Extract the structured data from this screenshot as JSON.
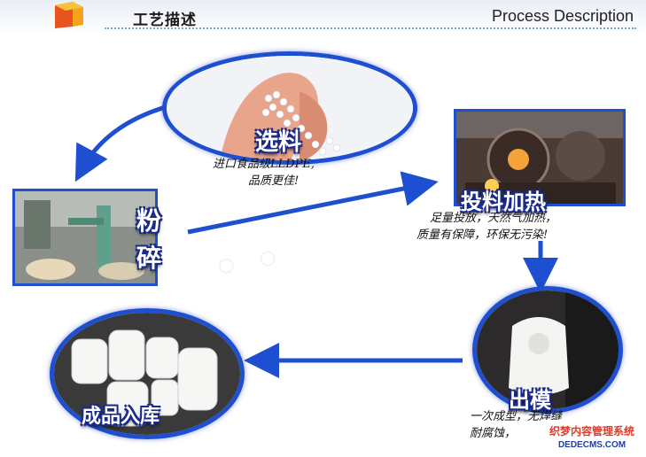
{
  "header": {
    "title": "工艺描述",
    "subtitle": "Process Description"
  },
  "steps": [
    {
      "title": "选料",
      "desc_line1": "进口食品级LLDPE,",
      "desc_line2": "品质更佳!"
    },
    {
      "title": "投料加热",
      "desc_line1": "足量投放，天然气加热，",
      "desc_line2": "质量有保障，环保无污染!"
    },
    {
      "title": "出模",
      "desc_line1": "一次成型，无焊缝",
      "desc_line2": "耐腐蚀，"
    },
    {
      "title": "成品入库"
    },
    {
      "title_char1": "粉",
      "title_char2": "碎"
    }
  ],
  "watermark": {
    "line1": "织梦内容管理系统",
    "line2": "DEDECMS.COM"
  },
  "colors": {
    "accent": "#1e4fd0",
    "arrow": "#1e4fd0"
  }
}
